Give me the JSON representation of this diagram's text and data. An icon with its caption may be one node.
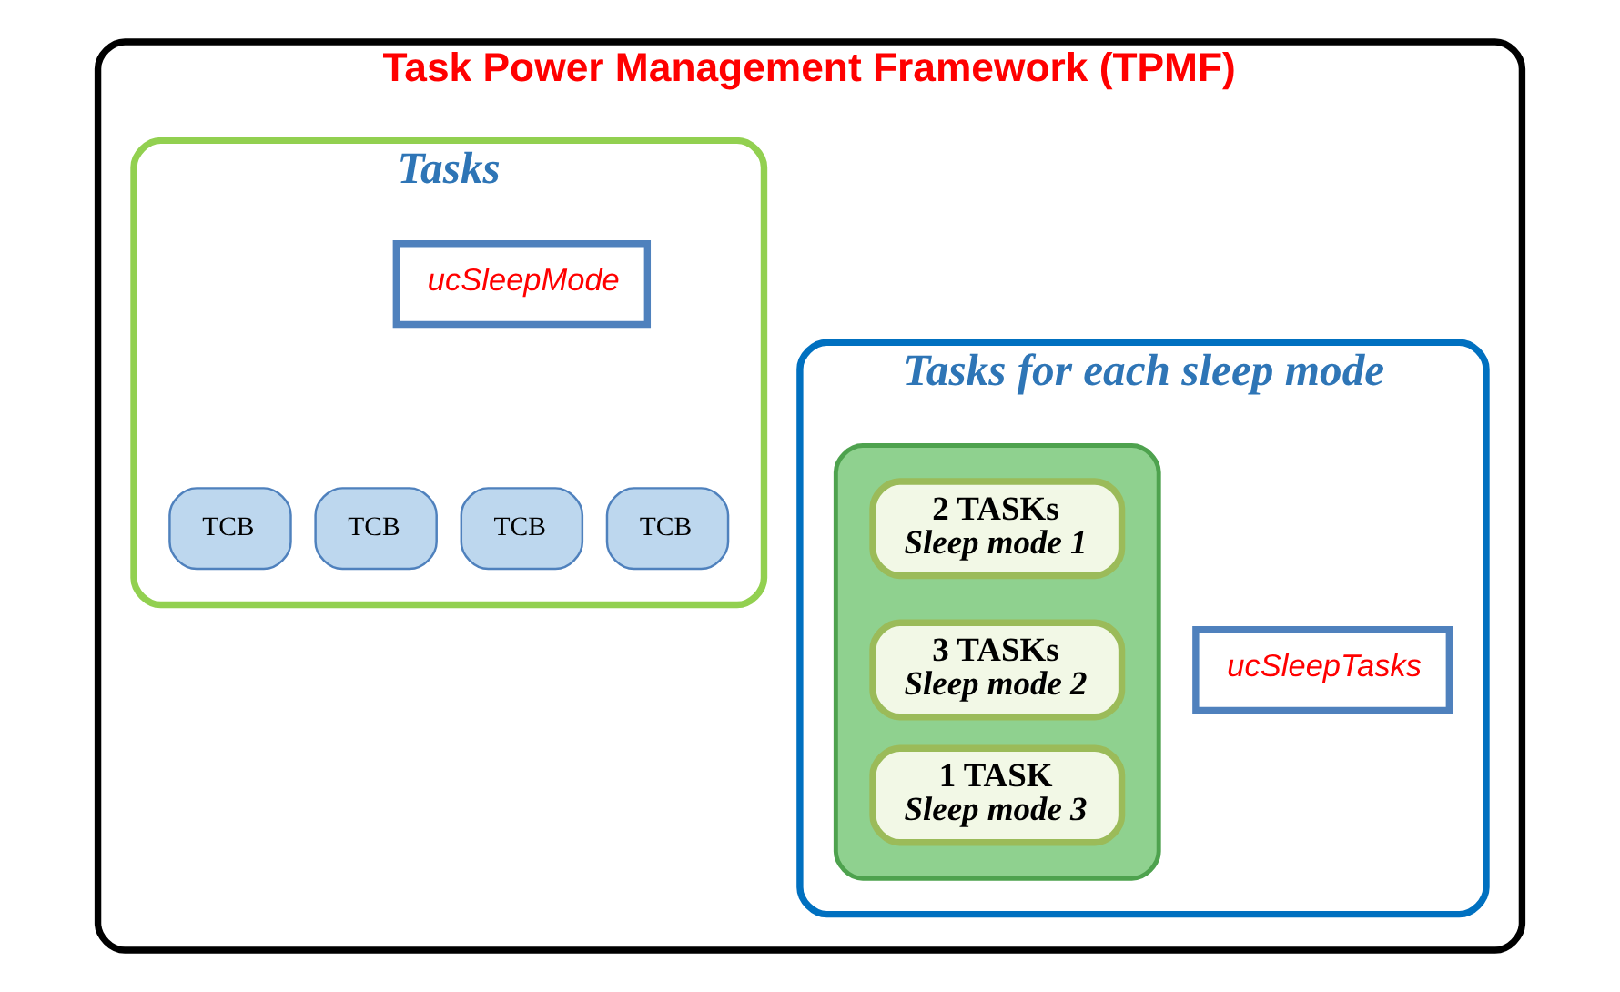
{
  "diagram": {
    "nodes": [
      {
        "text": [
          "Task Power Management Framework (TPMF)"
        ]
      },
      {
        "text": [
          "Tasks"
        ],
        "in": 0
      },
      {
        "text": [
          "ucSleepMode"
        ],
        "in": 1
      },
      {
        "text": [
          "TCB"
        ],
        "in": 1
      },
      {
        "text": [
          "TCB"
        ],
        "in": 1
      },
      {
        "text": [
          "TCB"
        ],
        "in": 1
      },
      {
        "text": [
          "TCB"
        ],
        "in": 1
      },
      {
        "text": [
          "Tasks for each sleep mode"
        ],
        "in": 0
      },
      {
        "text": [],
        "shape": "box",
        "in": 7
      },
      {
        "text": [
          "2 TASKs",
          "Sleep mode 1"
        ],
        "in": 8
      },
      {
        "text": [
          "3 TASKs",
          "Sleep mode 2"
        ],
        "in": 8
      },
      {
        "text": [
          "1 TASK",
          "Sleep mode 3"
        ],
        "in": 8
      },
      {
        "text": [
          "ucSleepTasks"
        ],
        "in": 7
      }
    ]
  }
}
